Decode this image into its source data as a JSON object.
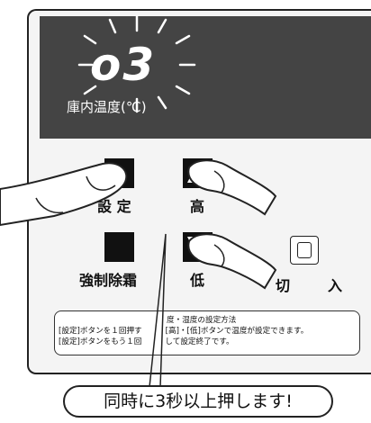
{
  "display": {
    "readout": "o3",
    "temp_label": "庫内温度(℃)"
  },
  "buttons": {
    "set": "設 定",
    "high": "高",
    "defrost": "強制除霜",
    "low": "低",
    "off": "切",
    "on": "入"
  },
  "manual": {
    "title": "度・湿度の設定方法",
    "line1": "[設定]ボタンを１回押す",
    "line1b": "[高]・[低]ボタンで温度が設定できます。",
    "line2": "[設定]ボタンをもう１回",
    "line2b": "して設定終了です。"
  },
  "callout": "同時に3秒以上押します!",
  "colors": {
    "display_bg": "#444444",
    "panel_bg": "#f4f4f4",
    "key": "#111111"
  }
}
